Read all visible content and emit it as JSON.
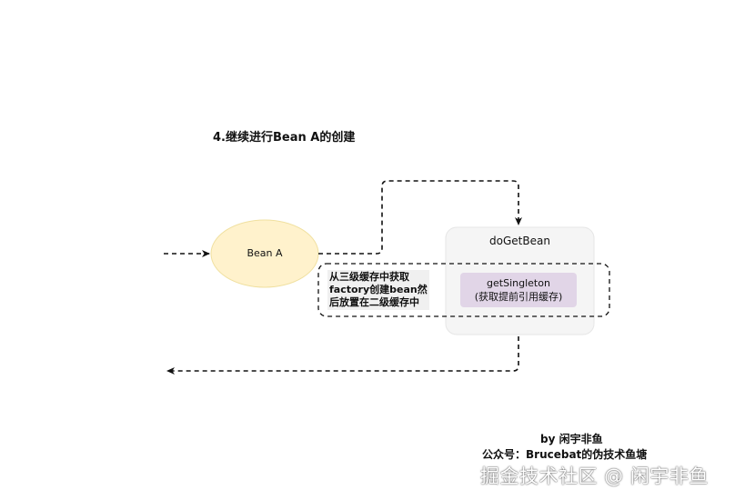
{
  "diagram": {
    "title": "4.继续进行Bean A的创建",
    "nodes": {
      "bean_a": {
        "label": "Bean A",
        "fill": "#fff2cc"
      },
      "do_get_bean": {
        "label": "doGetBean",
        "fill": "#f5f5f5"
      },
      "get_singleton": {
        "line1": "getSingleton",
        "line2": "(获取提前引用缓存)",
        "fill": "#e1d5e7"
      }
    },
    "note": {
      "line1": "从三级缓存中获取",
      "line2": "factory创建bean然",
      "line3": "后放置在二级缓存中"
    }
  },
  "credits": {
    "by_line": "by 闲宇非鱼",
    "wechat_line": "公众号：Brucebat的伪技术鱼塘",
    "watermark": "掘金技术社区 @ 闲宇非鱼"
  }
}
